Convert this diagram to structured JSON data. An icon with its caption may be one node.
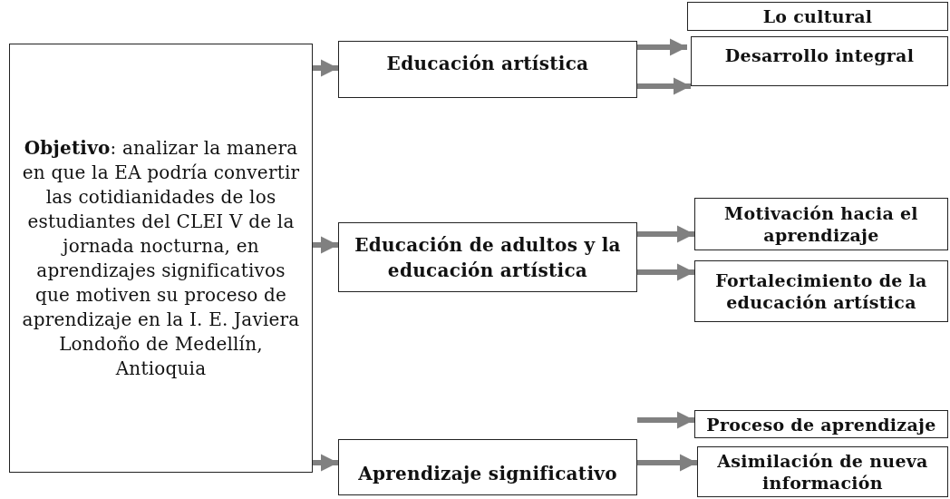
{
  "diagram": {
    "nodes": [
      {
        "text": [
          "**Objetivo**: analizar la manera en que la EA podría convertir las cotidianidades de los estudiantes del CLEI V de la jornada nocturna, en aprendizajes significativos que motiven su proceso de aprendizaje en la I. E. Javiera Londoño de Medellín, Antioquia"
        ]
      },
      {
        "text": [
          "Educación artística"
        ]
      },
      {
        "text": [
          "Lo cultural"
        ]
      },
      {
        "text": [
          "Desarrollo integral"
        ]
      },
      {
        "text": [
          "Educación de adultos y la educación artística"
        ]
      },
      {
        "text": [
          "Motivación hacia el aprendizaje"
        ]
      },
      {
        "text": [
          "Fortalecimiento de la educación artística"
        ]
      },
      {
        "text": [
          "Aprendizaje significativo"
        ]
      },
      {
        "text": [
          "Proceso de aprendizaje"
        ]
      },
      {
        "text": [
          "Asimilación de nueva información"
        ]
      }
    ],
    "edges": [
      {
        "from": 0,
        "to": 1,
        "arrow": "to"
      },
      {
        "from": 0,
        "to": 4,
        "arrow": "to"
      },
      {
        "from": 0,
        "to": 7,
        "arrow": "to"
      },
      {
        "from": 1,
        "to": 2,
        "arrow": "to"
      },
      {
        "from": 1,
        "to": 3,
        "arrow": "to"
      },
      {
        "from": 4,
        "to": 5,
        "arrow": "to"
      },
      {
        "from": 4,
        "to": 6,
        "arrow": "to"
      },
      {
        "from": 7,
        "to": 8,
        "arrow": "to"
      },
      {
        "from": 7,
        "to": 9,
        "arrow": "to"
      }
    ]
  }
}
